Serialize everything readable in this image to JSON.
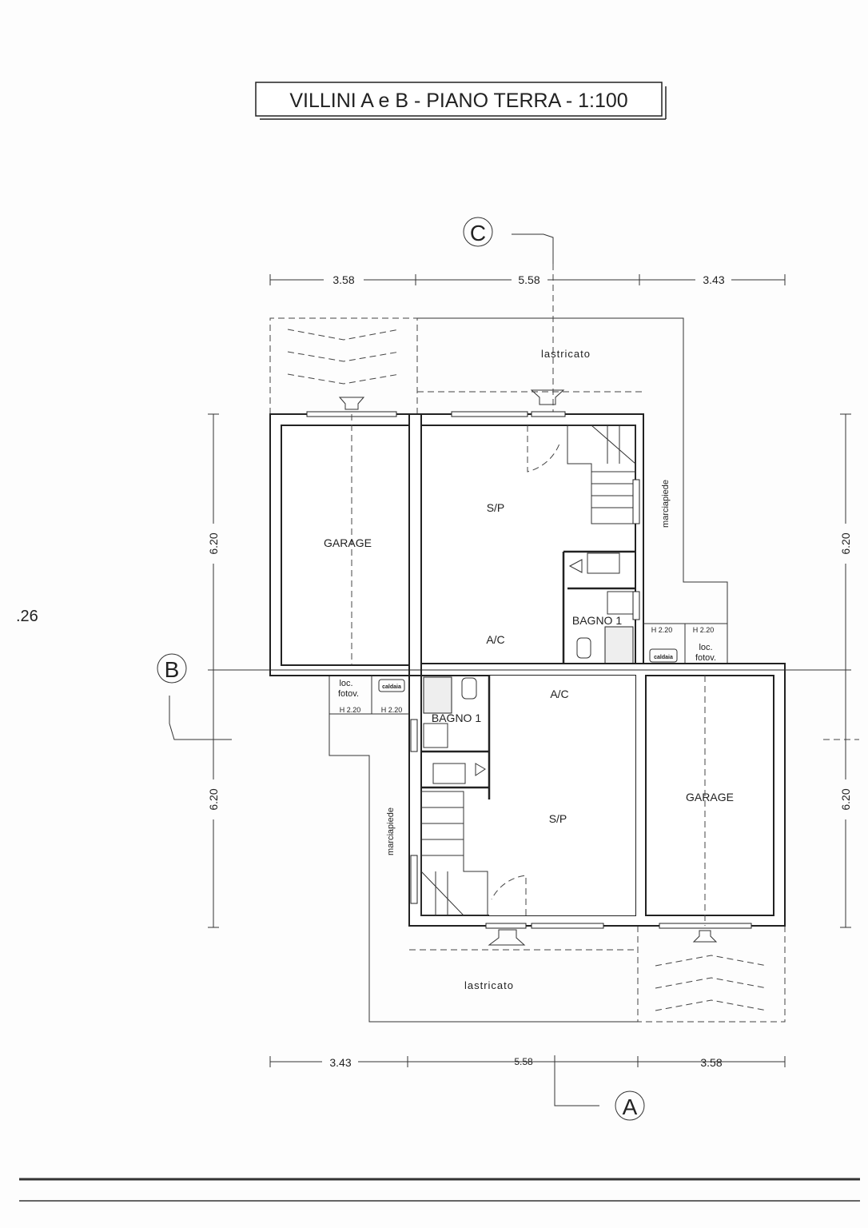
{
  "title": "VILLINI A e B - PIANO TERRA - 1:100",
  "margin_note": ".26",
  "section_markers": {
    "c": "C",
    "b": "B",
    "a": "A"
  },
  "dimensions": {
    "top": [
      "3.58",
      "5.58",
      "3.43"
    ],
    "bottom": [
      "3.43",
      "5.58",
      "3.58"
    ],
    "left": [
      "6.20",
      "6.20"
    ],
    "right": [
      "6.20",
      "6.20"
    ]
  },
  "villa_a": {
    "garage": "GARAGE",
    "sp": "S/P",
    "ac": "A/C",
    "bagno": "BAGNO 1",
    "paving": "lastricato",
    "sidewalk": "marciapiede",
    "boiler": "caldaia",
    "pv_room": "loc. fotov.",
    "pv_room_l1": "loc.",
    "pv_room_l2": "fotov.",
    "height1": "H 2.20",
    "height2": "H 2.20"
  },
  "villa_b": {
    "garage": "GARAGE",
    "sp": "S/P",
    "ac": "A/C",
    "bagno": "BAGNO 1",
    "paving": "lastricato",
    "sidewalk": "marciapiede",
    "boiler": "caldaia",
    "pv_room_l1": "loc.",
    "pv_room_l2": "fotov.",
    "height1": "H 2.20",
    "height2": "H 2.20"
  }
}
